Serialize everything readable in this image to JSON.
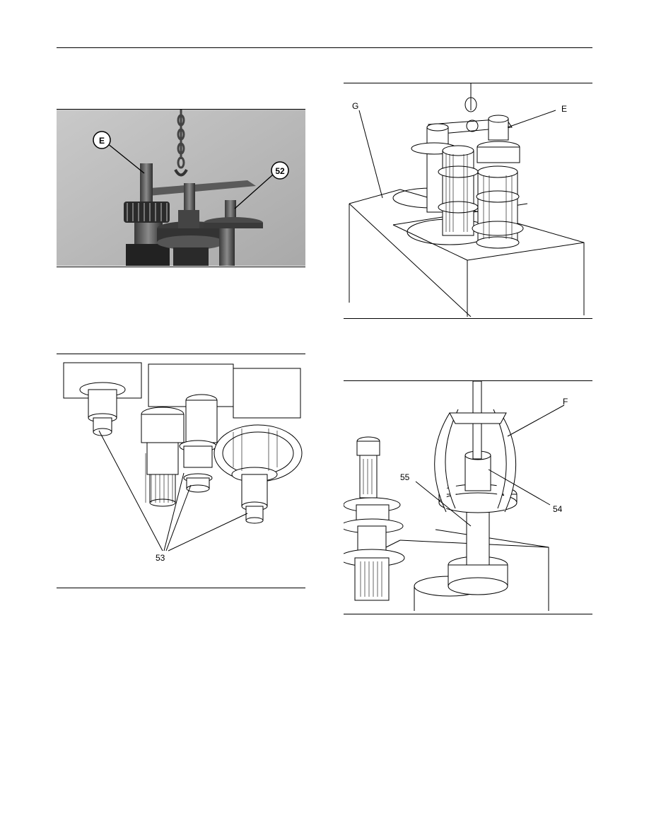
{
  "figures": [
    {
      "id": "photo-lifting",
      "kind": "photograph",
      "callouts": [
        "E",
        "52"
      ]
    },
    {
      "id": "drawing-box-G",
      "kind": "line-drawing",
      "callouts": [
        "G",
        "E"
      ]
    },
    {
      "id": "drawing-bearings-53",
      "kind": "line-drawing",
      "callouts": [
        "53"
      ]
    },
    {
      "id": "drawing-puller-F",
      "kind": "line-drawing",
      "callouts": [
        "F",
        "55",
        "54"
      ]
    }
  ]
}
